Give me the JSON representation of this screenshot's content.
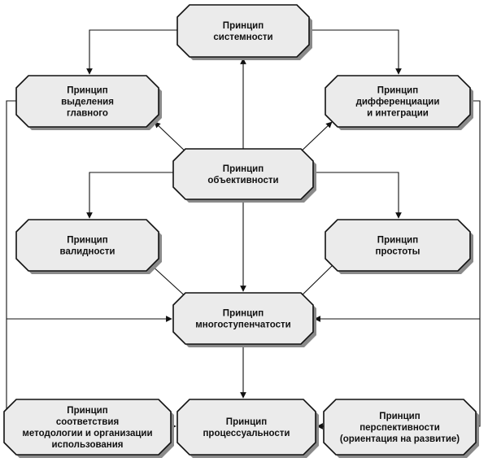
{
  "nodes": [
    {
      "id": "systemnosti",
      "lines": [
        "Принцип",
        "системности"
      ]
    },
    {
      "id": "vydeleniya",
      "lines": [
        "Принцип",
        "выделения",
        "главного"
      ]
    },
    {
      "id": "differentsiatsii",
      "lines": [
        "Принцип",
        "дифференциации",
        "и интеграции"
      ]
    },
    {
      "id": "obektivnosti",
      "lines": [
        "Принцип",
        "объективности"
      ]
    },
    {
      "id": "validnosti",
      "lines": [
        "Принцип",
        "валидности"
      ]
    },
    {
      "id": "prostoty",
      "lines": [
        "Принцип",
        "простоты"
      ]
    },
    {
      "id": "mnogostupenchatosti",
      "lines": [
        "Принцип",
        "многоступенчатости"
      ]
    },
    {
      "id": "sootvetstviya",
      "lines": [
        "Принцип",
        "соответствия",
        "методологии и организации",
        "использования"
      ]
    },
    {
      "id": "protsessualnosti",
      "lines": [
        "Принцип",
        "процессуальности"
      ]
    },
    {
      "id": "perspektivnosti",
      "lines": [
        "Принцип",
        "перспективности",
        "(ориентация на развитие)"
      ]
    }
  ],
  "edges": [
    {
      "from": "obektivnosti",
      "to": "systemnosti"
    },
    {
      "from": "systemnosti",
      "to": "vydeleniya"
    },
    {
      "from": "systemnosti",
      "to": "differentsiatsii"
    },
    {
      "from": "obektivnosti",
      "to": "vydeleniya"
    },
    {
      "from": "obektivnosti",
      "to": "differentsiatsii"
    },
    {
      "from": "obektivnosti",
      "to": "validnosti"
    },
    {
      "from": "obektivnosti",
      "to": "prostoty"
    },
    {
      "from": "obektivnosti",
      "to": "mnogostupenchatosti"
    },
    {
      "from": "validnosti",
      "to": "mnogostupenchatosti"
    },
    {
      "from": "prostoty",
      "to": "mnogostupenchatosti"
    },
    {
      "from": "vydeleniya",
      "to": "mnogostupenchatosti"
    },
    {
      "from": "differentsiatsii",
      "to": "mnogostupenchatosti"
    },
    {
      "from": "vydeleniya",
      "to": "sootvetstviya"
    },
    {
      "from": "differentsiatsii",
      "to": "perspektivnosti"
    },
    {
      "from": "mnogostupenchatosti",
      "to": "protsessualnosti"
    },
    {
      "from": "sootvetstviya",
      "to": "protsessualnosti"
    },
    {
      "from": "perspektivnosti",
      "to": "protsessualnosti"
    }
  ],
  "colors": {
    "node_fill": "#ebebeb",
    "node_stroke": "#111111",
    "shadow": "#8a8a8a",
    "line": "#111111",
    "text": "#111111"
  }
}
